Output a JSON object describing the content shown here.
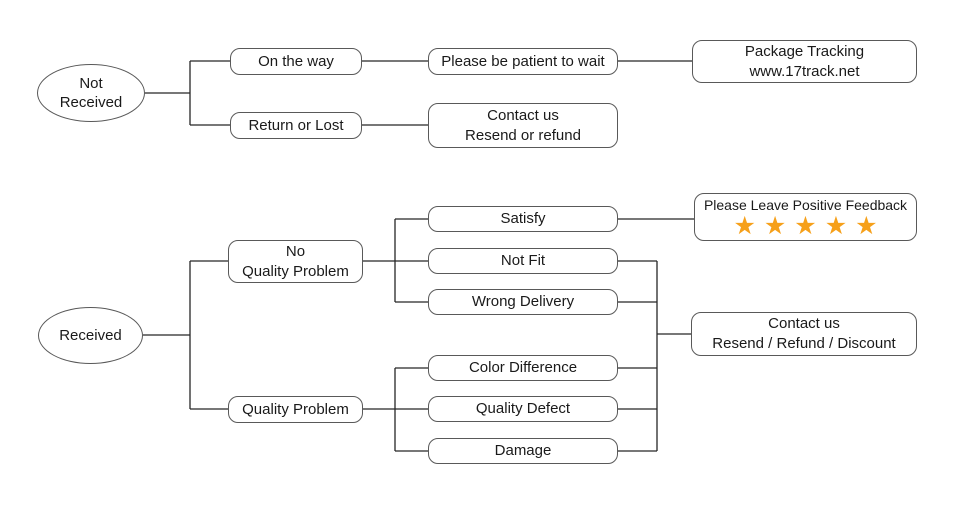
{
  "colors": {
    "background": "#FFFFFF",
    "box_border": "#595959",
    "connector_line": "#262626",
    "star": "#F6A01A"
  },
  "icons": {
    "star": "★"
  },
  "nodes": {
    "not_received": {
      "line1": "Not",
      "line2": "Received"
    },
    "on_the_way": {
      "label": "On the way"
    },
    "please_be_patient": {
      "label": "Please be patient to wait"
    },
    "package_tracking": {
      "line1": "Package Tracking",
      "line2": "www.17track.net"
    },
    "return_or_lost": {
      "label": "Return or Lost"
    },
    "contact_resend_refund": {
      "line1": "Contact us",
      "line2": "Resend or refund"
    },
    "received": {
      "label": "Received"
    },
    "no_quality_problem": {
      "line1": "No",
      "line2": "Quality Problem"
    },
    "quality_problem": {
      "label": "Quality Problem"
    },
    "satisfy": {
      "label": "Satisfy"
    },
    "not_fit": {
      "label": "Not Fit"
    },
    "wrong_delivery": {
      "label": "Wrong Delivery"
    },
    "color_difference": {
      "label": "Color Difference"
    },
    "quality_defect": {
      "label": "Quality Defect"
    },
    "damage": {
      "label": "Damage"
    },
    "positive_feedback": {
      "label": "Please Leave Positive Feedback",
      "star_count": 5
    },
    "contact_resend_refund_discount": {
      "line1": "Contact us",
      "line2": "Resend / Refund / Discount"
    }
  }
}
